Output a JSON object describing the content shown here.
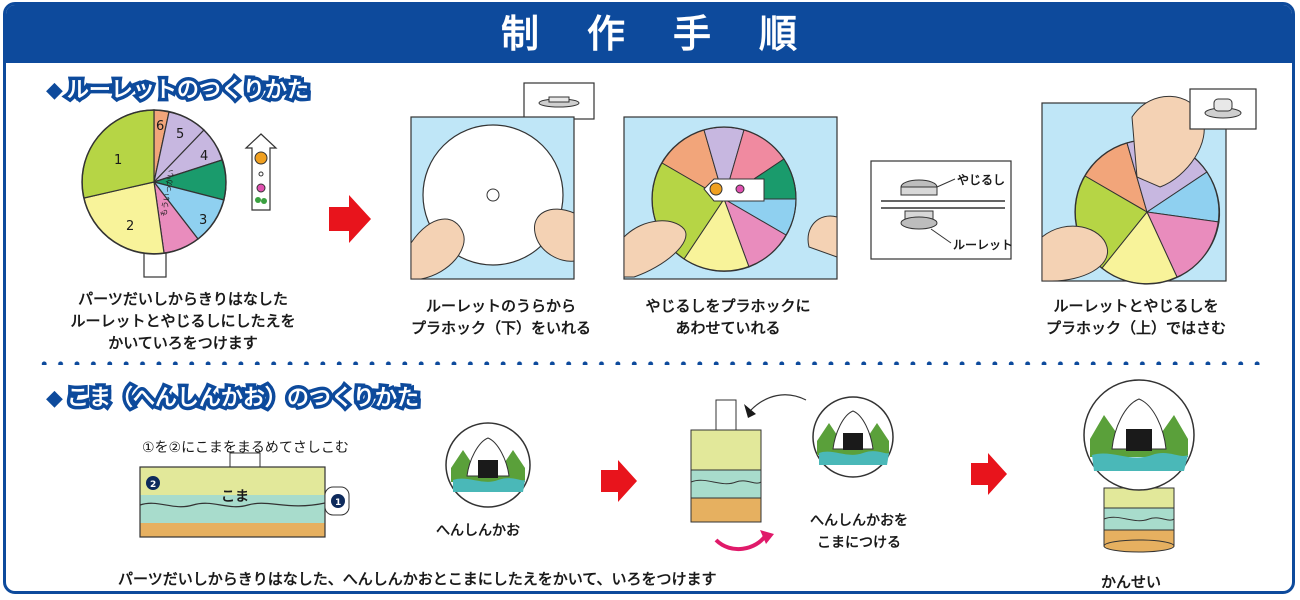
{
  "header": {
    "title": "制作手順"
  },
  "section1": {
    "title": "ルーレットのつくりかた",
    "roulette_numbers": [
      "1",
      "2",
      "3",
      "4",
      "5",
      "6"
    ],
    "roulette_bonus": "もういっかい",
    "step1_caption": [
      "パーツだいしからきりはなした",
      "ルーレットとやじるしにしたえを",
      "かいていろをつけます"
    ],
    "step2_caption": [
      "ルーレットのうらから",
      "プラホック（下）をいれる"
    ],
    "step3_caption": [
      "やじるしをプラホックに",
      "あわせていれる"
    ],
    "diagram_label_arrow": "やじるし",
    "diagram_label_roulette": "ルーレット",
    "step4_caption": [
      "ルーレットとやじるしを",
      "プラホック（上）ではさむ"
    ]
  },
  "section2": {
    "title": "こま（へんしんかお）のつくりかた",
    "instruction": "①を②にこまをまるめてさしこむ",
    "koma_label": "こま",
    "marker_1": "1",
    "marker_2": "2",
    "face_label": "へんしんかお",
    "attach_caption": [
      "へんしんかおを",
      "こまにつける"
    ],
    "done_label": "かんせい",
    "bottom_caption": "パーツだいしからきりはなした、へんしんかおとこまにしたえをかいて、いろをつけます"
  },
  "colors": {
    "brand_blue": "#0d4a9c",
    "arrow_red": "#e8141c",
    "sky": "#bfe6f7"
  }
}
